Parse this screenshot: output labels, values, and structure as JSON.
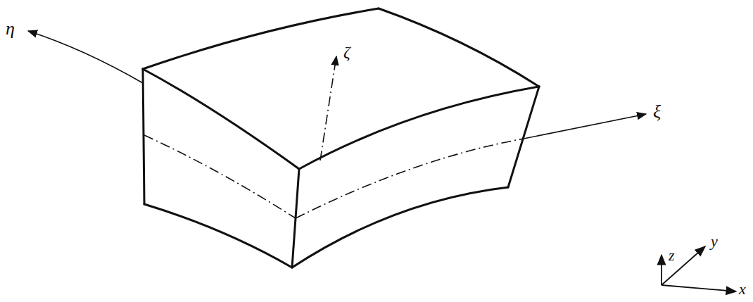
{
  "diagram": {
    "labels": [
      "η",
      "ζ",
      "ξ",
      "z",
      "y",
      "x"
    ]
  }
}
